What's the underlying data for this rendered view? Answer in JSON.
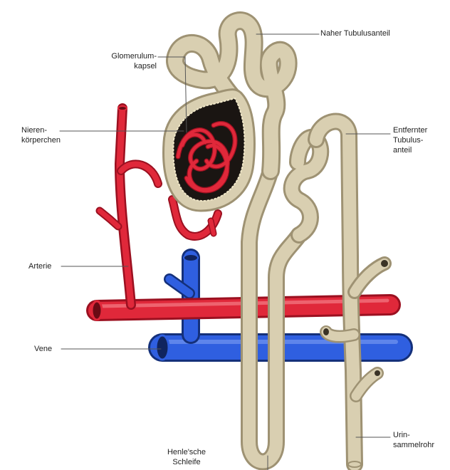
{
  "labels": {
    "naher_tubulusanteil": "Naher Tubulusanteil",
    "glomerulumkapsel": "Glomerulum-\nkapsel",
    "nierenkoerperchen": "Nieren-\nkörperchen",
    "entfernter_tubulusanteil": "Entfernter\nTubulus-\nanteil",
    "arterie": "Arterie",
    "vene": "Vene",
    "henle_schleife": "Henle'sche\nSchleife",
    "urinsammelrohr": "Urin-\nsammelrohr"
  },
  "colors": {
    "tubule": "#d9cfb1",
    "tubule_edge": "#9e9273",
    "artery": "#e0283a",
    "artery_dark": "#9b1020",
    "vein": "#2f5fe0",
    "vein_dark": "#14307a",
    "leader": "#555555"
  }
}
